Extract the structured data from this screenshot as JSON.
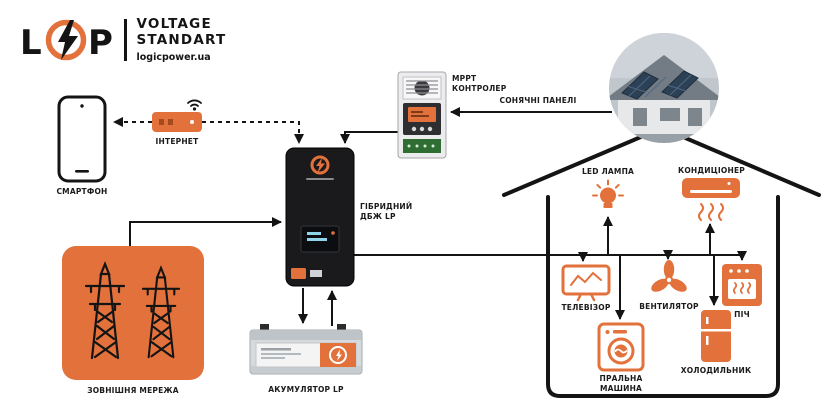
{
  "brand": {
    "logo_l": "L",
    "logo_p": "P",
    "tagline_line1": "VOLTAGE",
    "tagline_line2": "STANDART",
    "website": "logicpower.ua"
  },
  "labels": {
    "smartphone": "СМАРТФОН",
    "internet": "ІНТЕРНЕТ",
    "inverter": "ГІБРИДНИЙ ДБЖ LP",
    "mppt": "МРРТ КОНТРОЛЕР",
    "solar": "СОНЯЧНІ ПАНЕЛІ",
    "grid": "ЗОВНІШНЯ МЕРЕЖА",
    "battery": "АКУМУЛЯТОР LP",
    "lamp": "LED ЛАМПА",
    "ac": "КОНДИЦІОНЕР",
    "tv": "ТЕЛЕВІЗОР",
    "fan": "ВЕНТИЛЯТОР",
    "oven": "ПІЧ",
    "washer": "ПРАЛЬНА МАШИНА",
    "fridge": "ХОЛОДИЛЬНИК"
  },
  "colors": {
    "accent_orange": "#E2713B",
    "line_black": "#141414"
  }
}
